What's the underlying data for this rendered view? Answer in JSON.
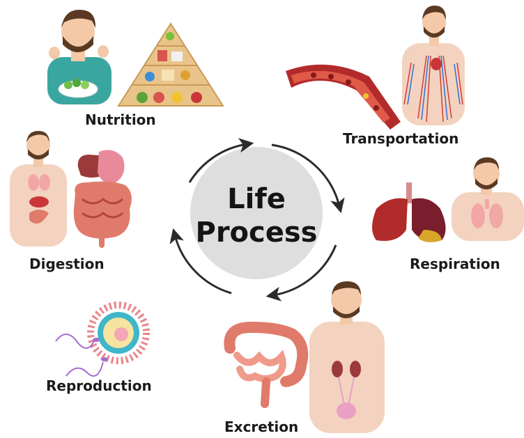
{
  "center": {
    "line1": "Life",
    "line2": "Process"
  },
  "labels": {
    "nutrition": "Nutrition",
    "transportation": "Transportation",
    "respiration": "Respiration",
    "excretion": "Excretion",
    "reproduction": "Reproduction",
    "digestion": "Digestion"
  },
  "colors": {
    "center_circle": "#dedede",
    "arrows": "#2b2b2b",
    "skin": "#f3d3bf",
    "organ_red": "#c9363a",
    "intestine": "#e07a6b",
    "vessel_blue": "#2f6fd6",
    "hair": "#5a3a22"
  },
  "icons": [
    "man-eating-salad-icon",
    "food-pyramid-icon",
    "blood-vessel-icon",
    "circulatory-system-icon",
    "lungs-icon",
    "respiratory-body-icon",
    "excretory-body-icon",
    "intestines-icon",
    "egg-cell-sperm-icon",
    "digestive-body-icon",
    "stomach-intestines-icon"
  ]
}
